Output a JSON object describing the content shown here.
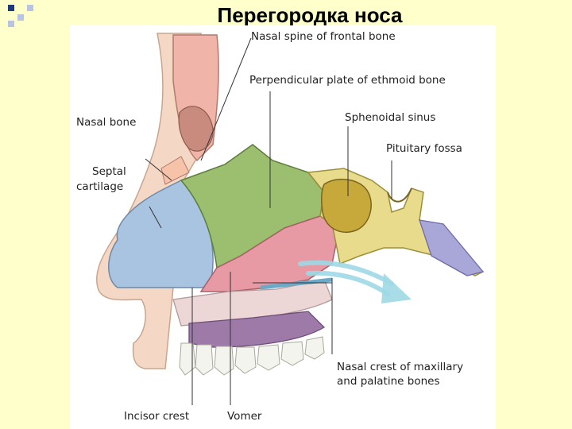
{
  "slide": {
    "title": "Перегородка носа",
    "accent_dark": "#1f3a7a",
    "accent_light": "#b7c4e4"
  },
  "diagram": {
    "labels": {
      "nasal_spine": "Nasal spine of frontal bone",
      "perpendicular_plate": "Perpendicular plate of ethmoid bone",
      "nasal_bone": "Nasal bone",
      "sphenoidal_sinus": "Sphenoidal sinus",
      "pituitary_fossa": "Pituitary fossa",
      "septal_cartilage_1": "Septal",
      "septal_cartilage_2": "cartilage",
      "nasal_crest_1": "Nasal crest of maxillary",
      "nasal_crest_2": "and palatine bones",
      "incisor_crest": "Incisor crest",
      "vomer": "Vomer"
    },
    "colors": {
      "skin": "#f4d7c4",
      "frontal_bone": "#f0b5a8",
      "septal_cartilage": "#a9c4e0",
      "ethmoid": "#9bbf6e",
      "vomer": "#e79aa4",
      "sphenoid": "#e8dc8c",
      "sinus": "#c6a93a",
      "palate": "#9e7aa8",
      "clivus": "#a9a7d8",
      "teeth": "#f4f4ee",
      "airflow": "#9ed9e6"
    }
  }
}
